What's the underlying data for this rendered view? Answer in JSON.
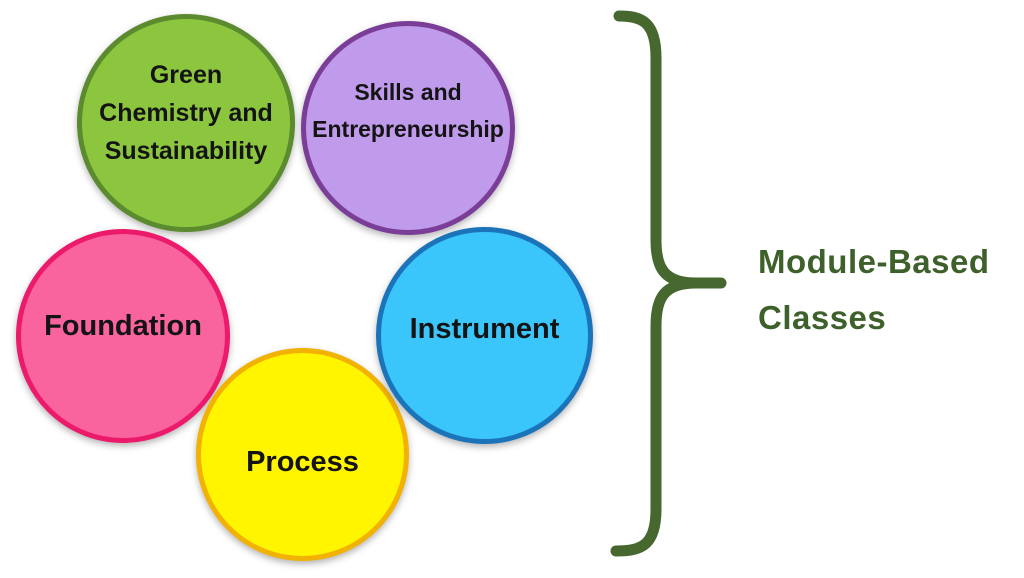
{
  "diagram_title": "Module-Based Classes",
  "circles": {
    "green": {
      "name": "green-chemistry-and-sustainability",
      "lines": [
        "Green",
        "Chemistry and",
        "Sustainability"
      ],
      "fill": "#8CC63F",
      "border": "#5B8A2F"
    },
    "purple": {
      "name": "skills-and-entrepreneurship",
      "lines": [
        "Skills and",
        "Entrepreneurship"
      ],
      "fill": "#C09BEB",
      "border": "#7A3E99"
    },
    "pink": {
      "name": "foundation",
      "lines": [
        "Foundation"
      ],
      "fill": "#F9639E",
      "border": "#EC1A6B"
    },
    "blue": {
      "name": "instrument",
      "lines": [
        "Instrument"
      ],
      "fill": "#3AC5FB",
      "border": "#1B74B9"
    },
    "yellow": {
      "name": "process",
      "lines": [
        "Process"
      ],
      "fill": "#FFF500",
      "border": "#F2B203"
    }
  },
  "brace": {
    "color": "#46682F",
    "label_color": "#3E612C",
    "label_lines": [
      "Module-Based",
      "Classes"
    ]
  },
  "text_color": "#141414"
}
